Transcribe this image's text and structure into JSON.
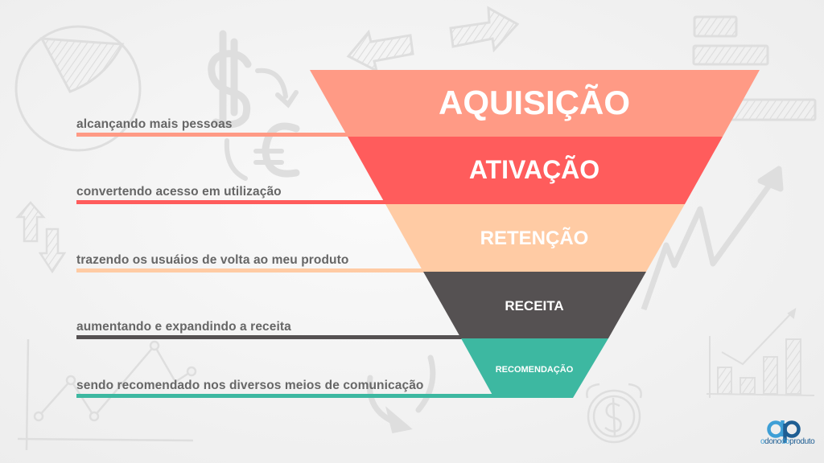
{
  "funnel": {
    "stages": [
      {
        "label": "AQUISIÇÃO",
        "color": "#ff9a85",
        "description": "alcançando mais pessoas"
      },
      {
        "label": "ATIVAÇÃO",
        "color": "#ff5c5c",
        "description": "convertendo acesso em utilização"
      },
      {
        "label": "RETENÇÃO",
        "color": "#ffcba4",
        "description": "trazendo os usuáios de volta ao meu produto"
      },
      {
        "label": "RECEITA",
        "color": "#555152",
        "description": "aumentando e expandindo a receita"
      },
      {
        "label": "RECOMENDAÇÃO",
        "color": "#3db8a1",
        "description": "sendo recomendado nos diversos meios de comunicação"
      }
    ]
  },
  "logo": {
    "mark": "dp",
    "text_part1": "o",
    "text_part2": "dono",
    "text_part3": "do",
    "text_part4": "produto",
    "color_light": "#3e9fd6",
    "color_dark": "#1f5e93"
  },
  "background_icons": [
    "pie-chart-icon",
    "dollar-euro-exchange-icon",
    "left-arrow-icon",
    "right-arrow-icon",
    "bar-chart-icon",
    "up-down-arrows-icon",
    "trend-arrow-icon",
    "line-chart-icon",
    "refresh-arrow-icon",
    "alarm-clock-dollar-icon",
    "growth-bar-chart-icon"
  ]
}
